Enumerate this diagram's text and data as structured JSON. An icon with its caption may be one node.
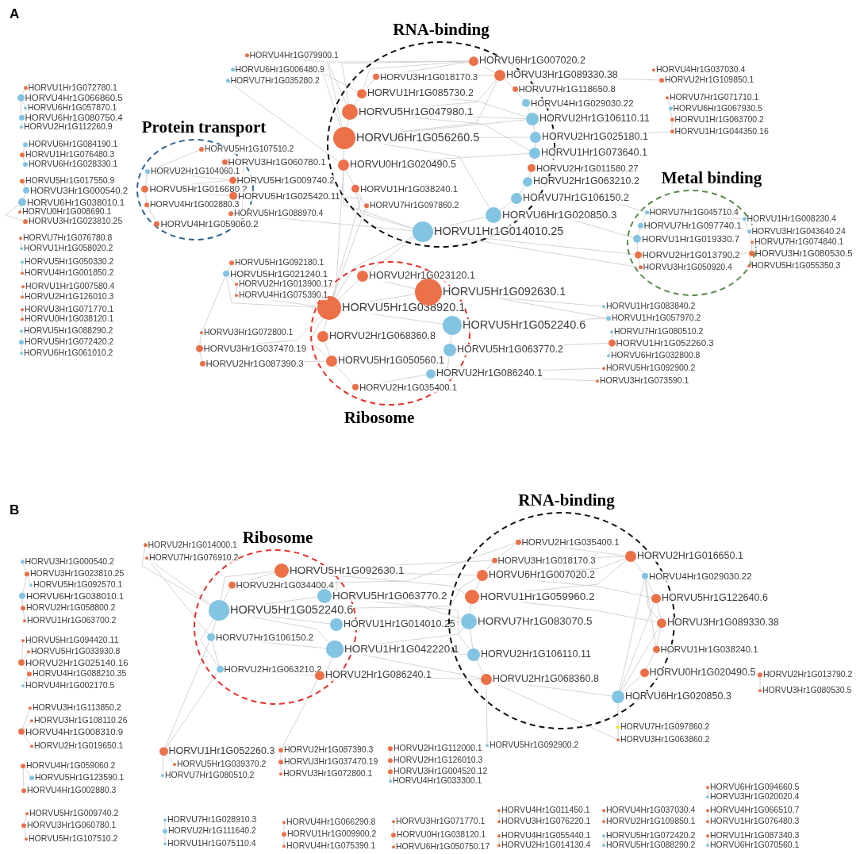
{
  "diagram": {
    "nodes": [
      {
        "text": [
          "RNA-binding"
        ]
      },
      {
        "text": [
          "HORVU6Hr1G007020.2"
        ]
      },
      {
        "text": [
          "HORVU3Hr1G018170.3"
        ],
        "in": 0
      },
      {
        "text": [
          "HORVU3Hr1G089330.38"
        ]
      },
      {
        "text": [
          "HORVU1Hr1G085730.2"
        ],
        "in": 0
      },
      {
        "text": [
          "HORVU7Hr1G118650.8"
        ]
      },
      {
        "text": [
          "HORVU5Hr1G047980.1"
        ],
        "in": 0
      },
      {
        "text": [
          "HORVU4Hr1G029030.22"
        ]
      },
      {
        "text": [
          "HORVU2Hr1G106110.11"
        ]
      },
      {
        "text": [
          "HORVU6Hr1G056260.5"
        ],
        "in": 0
      },
      {
        "text": [
          "HORVU2Hr1G025180.1"
        ]
      },
      {
        "text": [
          "HORVU1Hr1G073640.1"
        ]
      },
      {
        "text": [
          "HORVU0Hr1G020490.5"
        ],
        "in": 0
      },
      {
        "text": [
          "HORVU2Hr1G011580.27"
        ]
      },
      {
        "text": [
          "HORVU1Hr1G038240.1"
        ],
        "in": 0
      },
      {
        "text": [
          "HORVU2Hr1G063210.2"
        ]
      },
      {
        "text": [
          "HORVU7Hr1G097860.2"
        ],
        "in": 0
      },
      {
        "text": [
          "HORVU7Hr1G106150.2"
        ]
      },
      {
        "text": [
          "HORVU6Hr1G020850.3"
        ]
      },
      {
        "text": [
          "HORVU1Hr1G014010.25"
        ]
      },
      {
        "text": [
          "Protein transport"
        ]
      },
      {
        "text": [
          "HORVU5Hr1G107510.2"
        ]
      },
      {
        "text": [
          "HORVU3Hr1G060780.1"
        ]
      },
      {
        "text": [
          "HORVU2Hr1G104060.1"
        ],
        "in": 20
      },
      {
        "text": [
          "HORVU5Hr1G009740.2"
        ]
      },
      {
        "text": [
          "HORVU5Hr1G016680.2"
        ],
        "in": 20
      },
      {
        "text": [
          "HORVU5Hr1G025420.11"
        ]
      },
      {
        "text": [
          "HORVU4Hr1G002880.3"
        ],
        "in": 20
      },
      {
        "text": [
          "HORVU5Hr1G088970.4"
        ]
      },
      {
        "text": [
          "HORVU4Hr1G059060.2"
        ],
        "in": 20
      },
      {
        "text": [
          "Metal binding"
        ]
      },
      {
        "text": [
          "HORVU7Hr1G045710.4"
        ],
        "in": 30
      },
      {
        "text": [
          "HORVU1Hr1G008230.4"
        ]
      },
      {
        "text": [
          "HORVU7Hr1G097740.1"
        ],
        "in": 30
      },
      {
        "text": [
          "HORVU3Hr1G043640.24"
        ]
      },
      {
        "text": [
          "HORVU1Hr1G019330.7"
        ],
        "in": 30
      },
      {
        "text": [
          "HORVU7Hr1G074840.1"
        ]
      },
      {
        "text": [
          "HORVU2Hr1G013790.2"
        ],
        "in": 30
      },
      {
        "text": [
          "HORVU3Hr1G080530.5"
        ]
      },
      {
        "text": [
          "HORVU3Hr1G050920.4"
        ],
        "in": 30
      },
      {
        "text": [
          "HORVU5Hr1G055350.3"
        ]
      },
      {
        "text": [
          "Ribosome"
        ]
      },
      {
        "text": [
          "HORVU2Hr1G023120.1"
        ],
        "in": 41
      },
      {
        "text": [
          "HORVU5Hr1G092630.1"
        ]
      },
      {
        "text": [
          "HORVU5Hr1G038920.1"
        ],
        "in": 41
      },
      {
        "text": [
          "HORVU5Hr1G052240.6"
        ]
      },
      {
        "text": [
          "HORVU2Hr1G068360.8"
        ],
        "in": 41
      },
      {
        "text": [
          "HORVU5Hr1G063770.2"
        ]
      },
      {
        "text": [
          "HORVU5Hr1G050560.1"
        ],
        "in": 41
      },
      {
        "text": [
          "HORVU2Hr1G086240.1"
        ]
      },
      {
        "text": [
          "HORVU2Hr1G035400.1"
        ],
        "in": 41
      },
      {
        "text": [
          "HORVU4Hr1G079900.1"
        ]
      },
      {
        "text": [
          "HORVU6Hr1G006480.9"
        ]
      },
      {
        "text": [
          "HORVU7Hr1G035280.2"
        ]
      },
      {
        "text": [
          "HORVU1Hr1G072780.1"
        ]
      },
      {
        "text": [
          "HORVU4Hr1G066860.5"
        ]
      },
      {
        "text": [
          "HORVU6Hr1G057870.1"
        ]
      },
      {
        "text": [
          "HORVU6Hr1G080750.4"
        ]
      },
      {
        "text": [
          "HORVU2Hr1G112260.9"
        ]
      },
      {
        "text": [
          "HORVU6Hr1G084190.1"
        ]
      },
      {
        "text": [
          "HORVU1Hr1G076480.3"
        ]
      },
      {
        "text": [
          "HORVU6Hr1G028330.1"
        ]
      },
      {
        "text": [
          "HORVU5Hr1G017550.9"
        ]
      },
      {
        "text": [
          "HORVU3Hr1G000540.2"
        ]
      },
      {
        "text": [
          "HORVU6Hr1G038010.1"
        ]
      },
      {
        "text": [
          "HORVU0Hr1G008690.1"
        ]
      },
      {
        "text": [
          "HORVU3Hr1G023810.25"
        ]
      },
      {
        "text": [
          "HORVU7Hr1G076780.8"
        ]
      },
      {
        "text": [
          "HORVU1Hr1G058020.2"
        ]
      },
      {
        "text": [
          "HORVU5Hr1G050330.2"
        ]
      },
      {
        "text": [
          "HORVU4Hr1G001850.2"
        ]
      },
      {
        "text": [
          "HORVU1Hr1G007580.4"
        ]
      },
      {
        "text": [
          "HORVU2Hr1G126010.3"
        ]
      },
      {
        "text": [
          "HORVU3Hr1G071770.1"
        ]
      },
      {
        "text": [
          "HORVU0Hr1G038120.1"
        ]
      },
      {
        "text": [
          "HORVU5Hr1G088290.2"
        ]
      },
      {
        "text": [
          "HORVU5Hr1G072420.2"
        ]
      },
      {
        "text": [
          "HORVU6Hr1G061010.2"
        ]
      },
      {
        "text": [
          "HORVU4Hr1G037030.4"
        ]
      },
      {
        "text": [
          "HORVU2Hr1G109850.1"
        ]
      },
      {
        "text": [
          "HORVU7Hr1G071710.1"
        ]
      },
      {
        "text": [
          "HORVU6Hr1G067930.5"
        ]
      },
      {
        "text": [
          "HORVU1Hr1G063700.2"
        ]
      },
      {
        "text": [
          "HORVU1Hr1G044350.16"
        ]
      },
      {
        "text": [
          "HORVU5Hr1G092180.1"
        ]
      },
      {
        "text": [
          "HORVU5Hr1G021240.1"
        ]
      },
      {
        "text": [
          "HORVU2Hr1G013900.17"
        ]
      },
      {
        "text": [
          "HORVU4Hr1G075390.1"
        ]
      },
      {
        "text": [
          "HORVU3Hr1G072800.1"
        ]
      },
      {
        "text": [
          "HORVU3Hr1G037470.19"
        ]
      },
      {
        "text": [
          "HORVU2Hr1G087390.3"
        ]
      },
      {
        "text": [
          "HORVU1Hr1G083840.2"
        ]
      },
      {
        "text": [
          "HORVU1Hr1G057970.2"
        ]
      },
      {
        "text": [
          "HORVU7Hr1G080510.2"
        ]
      },
      {
        "text": [
          "HORVU1Hr1G052260.3"
        ]
      },
      {
        "text": [
          "HORVU6Hr1G032800.8"
        ]
      },
      {
        "text": [
          "HORVU5Hr1G092900.2"
        ]
      },
      {
        "text": [
          "HORVU3Hr1G073590.1"
        ]
      },
      {
        "text": [
          "Ribosome"
        ]
      },
      {
        "text": [
          "HORVU5Hr1G092630.1"
        ]
      },
      {
        "text": [
          "HORVU2Hr1G034400.4"
        ],
        "in": 98
      },
      {
        "text": [
          "HORVU5Hr1G063770.2"
        ]
      },
      {
        "text": [
          "HORVU5Hr1G052240.6"
        ],
        "in": 98
      },
      {
        "text": [
          "HORVU1Hr1G014010.25"
        ]
      },
      {
        "text": [
          "HORVU7Hr1G106150.2"
        ],
        "in": 98
      },
      {
        "text": [
          "HORVU1Hr1G042220.1"
        ]
      },
      {
        "text": [
          "HORVU2Hr1G063210.2"
        ],
        "in": 98
      },
      {
        "text": [
          "HORVU2Hr1G086240.1"
        ]
      },
      {
        "text": [
          "RNA-binding"
        ]
      },
      {
        "text": [
          "HORVU2Hr1G035400.1"
        ],
        "in": 108
      },
      {
        "text": [
          "HORVU2Hr1G016650.1"
        ]
      },
      {
        "text": [
          "HORVU3Hr1G018170.3"
        ],
        "in": 108
      },
      {
        "text": [
          "HORVU6Hr1G007020.2"
        ],
        "in": 108
      },
      {
        "text": [
          "HORVU4Hr1G029030.22"
        ]
      },
      {
        "text": [
          "HORVU1Hr1G059960.2"
        ],
        "in": 108
      },
      {
        "text": [
          "HORVU5Hr1G122640.6"
        ]
      },
      {
        "text": [
          "HORVU7Hr1G083070.5"
        ],
        "in": 108
      },
      {
        "text": [
          "HORVU3Hr1G089330.38"
        ]
      },
      {
        "text": [
          "HORVU2Hr1G106110.11"
        ],
        "in": 108
      },
      {
        "text": [
          "HORVU1Hr1G038240.1"
        ]
      },
      {
        "text": [
          "HORVU2Hr1G068360.8"
        ],
        "in": 108
      },
      {
        "text": [
          "HORVU0Hr1G020490.5"
        ]
      },
      {
        "text": [
          "HORVU6Hr1G020850.3"
        ]
      },
      {
        "text": [
          "HORVU2Hr1G014000.1"
        ]
      },
      {
        "text": [
          "HORVU7Hr1G076910.2"
        ]
      },
      {
        "text": [
          "HORVU2Hr1G013790.2"
        ]
      },
      {
        "text": [
          "HORVU3Hr1G080530.5"
        ]
      },
      {
        "text": [
          "HORVU7Hr1G097860.2"
        ]
      },
      {
        "text": [
          "HORVU3Hr1G063860.2"
        ]
      },
      {
        "text": [
          "HORVU5Hr1G092900.2"
        ]
      },
      {
        "text": [
          "HORVU3Hr1G000540.2"
        ]
      },
      {
        "text": [
          "HORVU3Hr1G023810.25"
        ]
      },
      {
        "text": [
          "HORVU5Hr1G092570.1"
        ]
      },
      {
        "text": [
          "HORVU6Hr1G038010.1"
        ]
      },
      {
        "text": [
          "HORVU2Hr1G058800.2"
        ]
      },
      {
        "text": [
          "HORVU1Hr1G063700.2"
        ]
      },
      {
        "text": [
          "HORVU5Hr1G094420.11"
        ]
      },
      {
        "text": [
          "HORVU5Hr1G033930.8"
        ]
      },
      {
        "text": [
          "HORVU2Hr1G025140.16"
        ]
      },
      {
        "text": [
          "HORVU4Hr1G088210.35"
        ]
      },
      {
        "text": [
          "HORVU4Hr1G002170.5"
        ]
      },
      {
        "text": [
          "HORVU3Hr1G113850.2"
        ]
      },
      {
        "text": [
          "HORVU3Hr1G108110.26"
        ]
      },
      {
        "text": [
          "HORVU4Hr1G008310.9"
        ]
      },
      {
        "text": [
          "HORVU2Hr1G019650.1"
        ]
      },
      {
        "text": [
          "HORVU4Hr1G059060.2"
        ]
      },
      {
        "text": [
          "HORVU5Hr1G123590.1"
        ]
      },
      {
        "text": [
          "HORVU4Hr1G002880.3"
        ]
      },
      {
        "text": [
          "HORVU5Hr1G009740.2"
        ]
      },
      {
        "text": [
          "HORVU3Hr1G060780.1"
        ]
      },
      {
        "text": [
          "HORVU5Hr1G107510.2"
        ]
      },
      {
        "text": [
          "HORVU1Hr1G052260.3"
        ]
      },
      {
        "text": [
          "HORVU5Hr1G039370.2"
        ]
      },
      {
        "text": [
          "HORVU7Hr1G080510.2"
        ]
      },
      {
        "text": [
          "HORVU2Hr1G087390.3"
        ]
      },
      {
        "text": [
          "HORVU3Hr1G037470.19"
        ]
      },
      {
        "text": [
          "HORVU3Hr1G072800.1"
        ]
      },
      {
        "text": [
          "HORVU2Hr1G112000.1"
        ]
      },
      {
        "text": [
          "HORVU2Hr1G126010.3"
        ]
      },
      {
        "text": [
          "HORVU3Hr1G004520.12"
        ]
      },
      {
        "text": [
          "HORVU4Hr1G033300.1"
        ]
      },
      {
        "text": [
          "HORVU7Hr1G028910.3"
        ]
      },
      {
        "text": [
          "HORVU2Hr1G111640.2"
        ]
      },
      {
        "text": [
          "HORVU1Hr1G075110.4"
        ]
      },
      {
        "text": [
          "HORVU4Hr1G066290.8"
        ]
      },
      {
        "text": [
          "HORVU1Hr1G009900.2"
        ]
      },
      {
        "text": [
          "HORVU4Hr1G075390.1"
        ]
      },
      {
        "text": [
          "HORVU3Hr1G071770.1"
        ]
      },
      {
        "text": [
          "HORVU0Hr1G038120.1"
        ]
      },
      {
        "text": [
          "HORVU6Hr1G050750.17"
        ]
      },
      {
        "text": [
          "HORVU4Hr1G011450.1"
        ]
      },
      {
        "text": [
          "HORVU3Hr1G076220.1"
        ]
      },
      {
        "text": [
          "HORVU4Hr1G055440.1"
        ]
      },
      {
        "text": [
          "HORVU2Hr1G014130.4"
        ]
      },
      {
        "text": [
          "HORVU4Hr1G037030.4"
        ]
      },
      {
        "text": [
          "HORVU2Hr1G109850.1"
        ]
      },
      {
        "text": [
          "HORVU5Hr1G072420.2"
        ]
      },
      {
        "text": [
          "HORVU5Hr1G088290.2"
        ]
      },
      {
        "text": [
          "HORVU6Hr1G094660.5"
        ]
      },
      {
        "text": [
          "HORVU3Hr1G020020.4"
        ]
      },
      {
        "text": [
          "HORVU4Hr1G066510.7"
        ]
      },
      {
        "text": [
          "HORVU1Hr1G076480.3"
        ]
      },
      {
        "text": [
          "HORVU1Hr1G087340.3"
        ]
      },
      {
        "text": [
          "HORVU6Hr1G070560.1"
        ]
      }
    ],
    "edges": [
      {
        "from": 54,
        "to": 55,
        "arrow": "none"
      },
      {
        "from": 55,
        "to": 56,
        "arrow": "none"
      },
      {
        "from": 55,
        "to": 57,
        "arrow": "none"
      },
      {
        "from": 57,
        "to": 58,
        "arrow": "none"
      },
      {
        "from": 59,
        "to": 60,
        "arrow": "none"
      },
      {
        "from": 60,
        "to": 61,
        "arrow": "none"
      },
      {
        "from": 62,
        "to": 63,
        "arrow": "none"
      },
      {
        "from": 63,
        "to": 64,
        "arrow": "none"
      },
      {
        "from": 64,
        "to": 65,
        "arrow": "none"
      },
      {
        "from": 64,
        "to": 66,
        "arrow": "none"
      },
      {
        "from": 67,
        "to": 68,
        "arrow": "none"
      },
      {
        "from": 69,
        "to": 70,
        "arrow": "none"
      },
      {
        "from": 71,
        "to": 72,
        "arrow": "none"
      },
      {
        "from": 73,
        "to": 74,
        "arrow": "none"
      },
      {
        "from": 75,
        "to": 76,
        "arrow": "none"
      },
      {
        "from": 76,
        "to": 77,
        "arrow": "none"
      },
      {
        "from": 51,
        "to": 6,
        "arrow": "none"
      },
      {
        "from": 52,
        "to": 9,
        "arrow": "none"
      },
      {
        "from": 53,
        "to": 12,
        "arrow": "none"
      },
      {
        "from": 52,
        "to": 4,
        "arrow": "none"
      },
      {
        "from": 78,
        "to": 79,
        "arrow": "none"
      },
      {
        "from": 79,
        "to": 3,
        "arrow": "none"
      },
      {
        "from": 80,
        "to": 81,
        "arrow": "none"
      },
      {
        "from": 81,
        "to": 82,
        "arrow": "none"
      },
      {
        "from": 82,
        "to": 83,
        "arrow": "none"
      },
      {
        "from": 83,
        "to": 10,
        "arrow": "none"
      },
      {
        "from": 21,
        "to": 23,
        "arrow": "none"
      },
      {
        "from": 22,
        "to": 24,
        "arrow": "none"
      },
      {
        "from": 23,
        "to": 25,
        "arrow": "none"
      },
      {
        "from": 23,
        "to": 24,
        "arrow": "none"
      },
      {
        "from": 25,
        "to": 24,
        "arrow": "none"
      },
      {
        "from": 25,
        "to": 26,
        "arrow": "none"
      },
      {
        "from": 25,
        "to": 27,
        "arrow": "none"
      },
      {
        "from": 27,
        "to": 29,
        "arrow": "none"
      },
      {
        "from": 26,
        "to": 28,
        "arrow": "none"
      },
      {
        "from": 26,
        "to": 44,
        "arrow": "none"
      },
      {
        "from": 28,
        "to": 19,
        "arrow": "none"
      },
      {
        "from": 31,
        "to": 33,
        "arrow": "none"
      },
      {
        "from": 33,
        "to": 35,
        "arrow": "none"
      },
      {
        "from": 35,
        "to": 37,
        "arrow": "none"
      },
      {
        "from": 37,
        "to": 39,
        "arrow": "none"
      },
      {
        "from": 32,
        "to": 34,
        "arrow": "none"
      },
      {
        "from": 34,
        "to": 36,
        "arrow": "none"
      },
      {
        "from": 36,
        "to": 38,
        "arrow": "none"
      },
      {
        "from": 38,
        "to": 40,
        "arrow": "none"
      },
      {
        "from": 31,
        "to": 32,
        "arrow": "none"
      },
      {
        "from": 37,
        "to": 38,
        "arrow": "none"
      },
      {
        "from": 31,
        "to": 17,
        "arrow": "none"
      },
      {
        "from": 35,
        "to": 18,
        "arrow": "none"
      },
      {
        "from": 39,
        "to": 19,
        "arrow": "none"
      },
      {
        "from": 37,
        "to": 19,
        "arrow": "none"
      },
      {
        "from": 84,
        "to": 85,
        "arrow": "none"
      },
      {
        "from": 85,
        "to": 86,
        "arrow": "none"
      },
      {
        "from": 86,
        "to": 87,
        "arrow": "none"
      },
      {
        "from": 85,
        "to": 44,
        "arrow": "none"
      },
      {
        "from": 87,
        "to": 44,
        "arrow": "none"
      },
      {
        "from": 88,
        "to": 89,
        "arrow": "none"
      },
      {
        "from": 89,
        "to": 90,
        "arrow": "none"
      },
      {
        "from": 89,
        "to": 44,
        "arrow": "none"
      },
      {
        "from": 90,
        "to": 48,
        "arrow": "none"
      },
      {
        "from": 88,
        "to": 85,
        "arrow": "none"
      },
      {
        "from": 91,
        "to": 43,
        "arrow": "none"
      },
      {
        "from": 92,
        "to": 45,
        "arrow": "none"
      },
      {
        "from": 93,
        "to": 94,
        "arrow": "none"
      },
      {
        "from": 94,
        "to": 95,
        "arrow": "none"
      },
      {
        "from": 94,
        "to": 47,
        "arrow": "none"
      },
      {
        "from": 96,
        "to": 49,
        "arrow": "none"
      },
      {
        "from": 97,
        "to": 49,
        "arrow": "none"
      },
      {
        "from": 92,
        "to": 43,
        "arrow": "none"
      },
      {
        "from": 91,
        "to": 92,
        "arrow": "none"
      },
      {
        "from": 1,
        "to": 2,
        "arrow": "none"
      },
      {
        "from": 1,
        "to": 3,
        "arrow": "none"
      },
      {
        "from": 1,
        "to": 4,
        "arrow": "none"
      },
      {
        "from": 1,
        "to": 6,
        "arrow": "none"
      },
      {
        "from": 1,
        "to": 9,
        "arrow": "none"
      },
      {
        "from": 3,
        "to": 5,
        "arrow": "none"
      },
      {
        "from": 3,
        "to": 6,
        "arrow": "none"
      },
      {
        "from": 3,
        "to": 9,
        "arrow": "none"
      },
      {
        "from": 2,
        "to": 4,
        "arrow": "none"
      },
      {
        "from": 4,
        "to": 6,
        "arrow": "none"
      },
      {
        "from": 6,
        "to": 9,
        "arrow": "none"
      },
      {
        "from": 9,
        "to": 12,
        "arrow": "none"
      },
      {
        "from": 12,
        "to": 14,
        "arrow": "none"
      },
      {
        "from": 14,
        "to": 16,
        "arrow": "none"
      },
      {
        "from": 8,
        "to": 9,
        "arrow": "none"
      },
      {
        "from": 10,
        "to": 9,
        "arrow": "none"
      },
      {
        "from": 11,
        "to": 6,
        "arrow": "none"
      },
      {
        "from": 6,
        "to": 8,
        "arrow": "none"
      },
      {
        "from": 8,
        "to": 10,
        "arrow": "none"
      },
      {
        "from": 10,
        "to": 11,
        "arrow": "none"
      },
      {
        "from": 11,
        "to": 13,
        "arrow": "none"
      },
      {
        "from": 13,
        "to": 15,
        "arrow": "none"
      },
      {
        "from": 15,
        "to": 17,
        "arrow": "none"
      },
      {
        "from": 17,
        "to": 18,
        "arrow": "none"
      },
      {
        "from": 18,
        "to": 19,
        "arrow": "none"
      },
      {
        "from": 19,
        "to": 12,
        "arrow": "none"
      },
      {
        "from": 19,
        "to": 14,
        "arrow": "none"
      },
      {
        "from": 7,
        "to": 8,
        "arrow": "none"
      },
      {
        "from": 5,
        "to": 7,
        "arrow": "none"
      },
      {
        "from": 9,
        "to": 18,
        "arrow": "none"
      },
      {
        "from": 4,
        "to": 8,
        "arrow": "none"
      },
      {
        "from": 12,
        "to": 11,
        "arrow": "none"
      },
      {
        "from": 2,
        "to": 3,
        "arrow": "none"
      },
      {
        "from": 42,
        "to": 43,
        "arrow": "none"
      },
      {
        "from": 42,
        "to": 44,
        "arrow": "none"
      },
      {
        "from": 43,
        "to": 44,
        "arrow": "none"
      },
      {
        "from": 44,
        "to": 46,
        "arrow": "none"
      },
      {
        "from": 44,
        "to": 48,
        "arrow": "none"
      },
      {
        "from": 45,
        "to": 47,
        "arrow": "none"
      },
      {
        "from": 46,
        "to": 48,
        "arrow": "none"
      },
      {
        "from": 48,
        "to": 50,
        "arrow": "none"
      },
      {
        "from": 47,
        "to": 49,
        "arrow": "none"
      },
      {
        "from": 49,
        "to": 50,
        "arrow": "none"
      },
      {
        "from": 44,
        "to": 45,
        "arrow": "none"
      },
      {
        "from": 19,
        "to": 42,
        "arrow": "none"
      },
      {
        "from": 19,
        "to": 44,
        "arrow": "none"
      },
      {
        "from": 12,
        "to": 44,
        "arrow": "none"
      },
      {
        "from": 16,
        "to": 44,
        "arrow": "none"
      },
      {
        "from": 123,
        "to": 102,
        "arrow": "none"
      },
      {
        "from": 124,
        "to": 102,
        "arrow": "none"
      },
      {
        "from": 124,
        "to": 104,
        "arrow": "none"
      },
      {
        "from": 99,
        "to": 100,
        "arrow": "none"
      },
      {
        "from": 99,
        "to": 102,
        "arrow": "none"
      },
      {
        "from": 99,
        "to": 101,
        "arrow": "none"
      },
      {
        "from": 100,
        "to": 102,
        "arrow": "none"
      },
      {
        "from": 102,
        "to": 101,
        "arrow": "none"
      },
      {
        "from": 102,
        "to": 103,
        "arrow": "none"
      },
      {
        "from": 102,
        "to": 104,
        "arrow": "none"
      },
      {
        "from": 102,
        "to": 106,
        "arrow": "none"
      },
      {
        "from": 102,
        "to": 105,
        "arrow": "none"
      },
      {
        "from": 104,
        "to": 106,
        "arrow": "none"
      },
      {
        "from": 104,
        "to": 105,
        "arrow": "none"
      },
      {
        "from": 105,
        "to": 107,
        "arrow": "none"
      },
      {
        "from": 106,
        "to": 107,
        "arrow": "none"
      },
      {
        "from": 99,
        "to": 114,
        "arrow": "none"
      },
      {
        "from": 99,
        "to": 112,
        "arrow": "none"
      },
      {
        "from": 101,
        "to": 116,
        "arrow": "none"
      },
      {
        "from": 101,
        "to": 118,
        "arrow": "none"
      },
      {
        "from": 103,
        "to": 116,
        "arrow": "none"
      },
      {
        "from": 105,
        "to": 118,
        "arrow": "none"
      },
      {
        "from": 105,
        "to": 120,
        "arrow": "none"
      },
      {
        "from": 100,
        "to": 109,
        "arrow": "none"
      },
      {
        "from": 99,
        "to": 111,
        "arrow": "none"
      },
      {
        "from": 107,
        "to": 120,
        "arrow": "none"
      },
      {
        "from": 105,
        "to": 116,
        "arrow": "none"
      },
      {
        "from": 102,
        "to": 112,
        "arrow": "none"
      },
      {
        "from": 109,
        "to": 111,
        "arrow": "none"
      },
      {
        "from": 110,
        "to": 111,
        "arrow": "none"
      },
      {
        "from": 110,
        "to": 112,
        "arrow": "none"
      },
      {
        "from": 110,
        "to": 114,
        "arrow": "none"
      },
      {
        "from": 110,
        "to": 109,
        "arrow": "none"
      },
      {
        "from": 111,
        "to": 112,
        "arrow": "none"
      },
      {
        "from": 112,
        "to": 114,
        "arrow": "none"
      },
      {
        "from": 114,
        "to": 116,
        "arrow": "none"
      },
      {
        "from": 116,
        "to": 118,
        "arrow": "none"
      },
      {
        "from": 118,
        "to": 120,
        "arrow": "none"
      },
      {
        "from": 113,
        "to": 115,
        "arrow": "none"
      },
      {
        "from": 113,
        "to": 117,
        "arrow": "none"
      },
      {
        "from": 113,
        "to": 119,
        "arrow": "none"
      },
      {
        "from": 113,
        "to": 122,
        "arrow": "none"
      },
      {
        "from": 115,
        "to": 117,
        "arrow": "none"
      },
      {
        "from": 117,
        "to": 119,
        "arrow": "none"
      },
      {
        "from": 119,
        "to": 121,
        "arrow": "none"
      },
      {
        "from": 121,
        "to": 122,
        "arrow": "none"
      },
      {
        "from": 115,
        "to": 122,
        "arrow": "none"
      },
      {
        "from": 117,
        "to": 122,
        "arrow": "none"
      },
      {
        "from": 120,
        "to": 122,
        "arrow": "none"
      },
      {
        "from": 112,
        "to": 115,
        "arrow": "none"
      },
      {
        "from": 114,
        "to": 117,
        "arrow": "none"
      },
      {
        "from": 110,
        "to": 113,
        "arrow": "none"
      },
      {
        "from": 121,
        "to": 125,
        "arrow": "none"
      },
      {
        "from": 125,
        "to": 126,
        "arrow": "none"
      },
      {
        "from": 122,
        "to": 127,
        "arrow": "none"
      },
      {
        "from": 127,
        "to": 128,
        "arrow": "none"
      },
      {
        "from": 120,
        "to": 128,
        "arrow": "none"
      },
      {
        "from": 120,
        "to": 129,
        "arrow": "none"
      },
      {
        "from": 106,
        "to": 151,
        "arrow": "none"
      },
      {
        "from": 104,
        "to": 151,
        "arrow": "none"
      },
      {
        "from": 107,
        "to": 154,
        "arrow": "none"
      },
      {
        "from": 151,
        "to": 152,
        "arrow": "none"
      },
      {
        "from": 151,
        "to": 153,
        "arrow": "none"
      },
      {
        "from": 130,
        "to": 131,
        "arrow": "none"
      },
      {
        "from": 131,
        "to": 132,
        "arrow": "none"
      },
      {
        "from": 131,
        "to": 133,
        "arrow": "none"
      },
      {
        "from": 133,
        "to": 134,
        "arrow": "none"
      },
      {
        "from": 134,
        "to": 135,
        "arrow": "none"
      },
      {
        "from": 136,
        "to": 138,
        "arrow": "none"
      },
      {
        "from": 137,
        "to": 138,
        "arrow": "none"
      },
      {
        "from": 138,
        "to": 139,
        "arrow": "none"
      },
      {
        "from": 139,
        "to": 140,
        "arrow": "none"
      },
      {
        "from": 141,
        "to": 143,
        "arrow": "none"
      },
      {
        "from": 142,
        "to": 143,
        "arrow": "none"
      },
      {
        "from": 143,
        "to": 144,
        "arrow": "none"
      },
      {
        "from": 145,
        "to": 146,
        "arrow": "none"
      },
      {
        "from": 145,
        "to": 147,
        "arrow": "none"
      },
      {
        "from": 148,
        "to": 149,
        "arrow": "none"
      },
      {
        "from": 149,
        "to": 150,
        "arrow": "none"
      },
      {
        "from": 154,
        "to": 155,
        "arrow": "none"
      },
      {
        "from": 155,
        "to": 156,
        "arrow": "none"
      },
      {
        "from": 157,
        "to": 158,
        "arrow": "none"
      },
      {
        "from": 158,
        "to": 159,
        "arrow": "none"
      },
      {
        "from": 159,
        "to": 160,
        "arrow": "none"
      },
      {
        "from": 161,
        "to": 162,
        "arrow": "none"
      },
      {
        "from": 162,
        "to": 163,
        "arrow": "none"
      },
      {
        "from": 164,
        "to": 165,
        "arrow": "none"
      },
      {
        "from": 165,
        "to": 166,
        "arrow": "none"
      },
      {
        "from": 167,
        "to": 168,
        "arrow": "none"
      },
      {
        "from": 168,
        "to": 169,
        "arrow": "none"
      },
      {
        "from": 170,
        "to": 171,
        "arrow": "none"
      },
      {
        "from": 172,
        "to": 173,
        "arrow": "none"
      },
      {
        "from": 174,
        "to": 175,
        "arrow": "none"
      },
      {
        "from": 176,
        "to": 177,
        "arrow": "none"
      },
      {
        "from": 178,
        "to": 179,
        "arrow": "none"
      },
      {
        "from": 180,
        "to": 181,
        "arrow": "none"
      },
      {
        "from": 182,
        "to": 183,
        "arrow": "none"
      }
    ],
    "labels": [
      "A",
      "B"
    ]
  }
}
